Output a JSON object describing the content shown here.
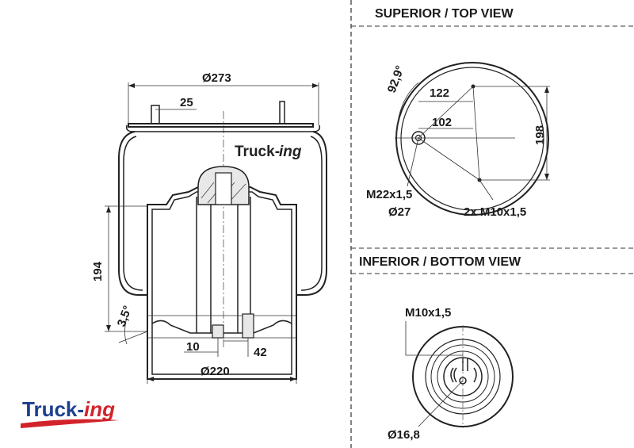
{
  "headings": {
    "top_view": "SUPERIOR / TOP VIEW",
    "bottom_view": "INFERIOR / BOTTOM VIEW"
  },
  "side_view": {
    "dia_top": "Ø273",
    "stud_offset": "25",
    "height": "194",
    "angle": "3,5°",
    "offset_10": "10",
    "offset_42": "42",
    "dia_bottom": "Ø220"
  },
  "top_view": {
    "angle": "92,9°",
    "dim_122": "122",
    "dim_102": "102",
    "dim_198": "198",
    "thread_main": "M22x1,5",
    "dia_27": "Ø27",
    "studs": "2x M10x1,5"
  },
  "bottom_view": {
    "thread": "M10x1,5",
    "dia": "Ø16,8"
  },
  "logo": {
    "brand_main": "Truck-",
    "brand_suffix": "ing"
  },
  "colors": {
    "line": "#222222",
    "logo_red": "#d2232a",
    "logo_blue": "#1d3f8f"
  }
}
